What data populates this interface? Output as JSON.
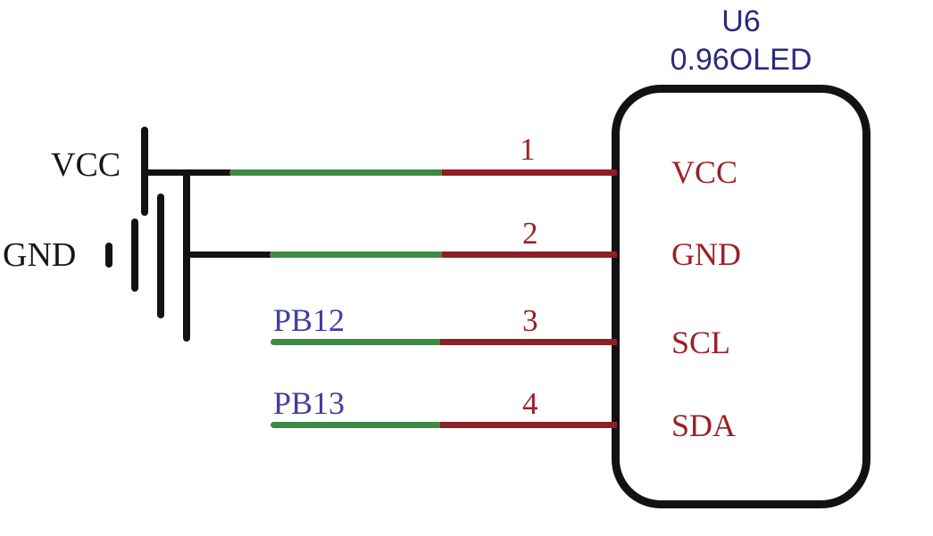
{
  "component": {
    "refdes": "U6",
    "part_name": "0.96OLED",
    "pins": [
      {
        "number": "1",
        "name": "VCC"
      },
      {
        "number": "2",
        "name": "GND"
      },
      {
        "number": "3",
        "name": "SCL"
      },
      {
        "number": "4",
        "name": "SDA"
      }
    ]
  },
  "nets": {
    "power_label": "VCC",
    "ground_label": "GND",
    "scl_net_label": "PB12",
    "sda_net_label": "PB13"
  },
  "colors": {
    "title_navy": "#2b2a80",
    "pin_red": "#9b2026",
    "wire_green": "#3f8a43",
    "wire_dark_red": "#8e1f26",
    "net_label_blue": "#3f3fa5",
    "ink_black": "#121212",
    "background": "#ffffff"
  }
}
